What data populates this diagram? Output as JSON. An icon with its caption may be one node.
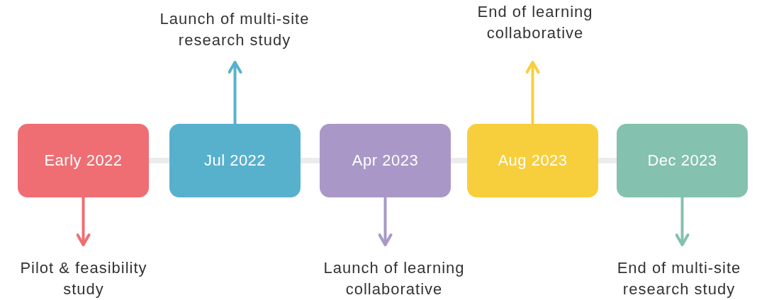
{
  "diagram": {
    "nodes": [
      {
        "text": [
          "Early 2022"
        ]
      },
      {
        "text": [
          "Jul 2022"
        ]
      },
      {
        "text": [
          "Apr 2023"
        ]
      },
      {
        "text": [
          "Aug 2023"
        ]
      },
      {
        "text": [
          "Dec 2023"
        ]
      },
      {
        "text": [
          "Pilot & feasibility study"
        ]
      },
      {
        "text": [
          "Launch of multi-site research study"
        ]
      },
      {
        "text": [
          "Launch of learning collaborative"
        ]
      },
      {
        "text": [
          "End of learning collaborative"
        ]
      },
      {
        "text": [
          "End of multi-site research study"
        ]
      }
    ],
    "edges": [
      {
        "from": 0,
        "to": 1,
        "arrow": "none",
        "style": "thick",
        "color": "#ececec"
      },
      {
        "from": 1,
        "to": 2,
        "arrow": "none",
        "style": "thick",
        "color": "#ececec"
      },
      {
        "from": 2,
        "to": 3,
        "arrow": "none",
        "style": "thick",
        "color": "#ececec"
      },
      {
        "from": 3,
        "to": 4,
        "arrow": "none",
        "style": "thick",
        "color": "#ececec"
      },
      {
        "from": 0,
        "to": 5,
        "arrow": "to",
        "color": "#ee6e73"
      },
      {
        "from": 1,
        "to": 6,
        "arrow": "to",
        "color": "#58b1cc"
      },
      {
        "from": 2,
        "to": 7,
        "arrow": "to",
        "color": "#a998c7"
      },
      {
        "from": 3,
        "to": 8,
        "arrow": "to",
        "color": "#f7cf3c"
      },
      {
        "from": 4,
        "to": 9,
        "arrow": "to",
        "color": "#84c1ae"
      }
    ]
  }
}
